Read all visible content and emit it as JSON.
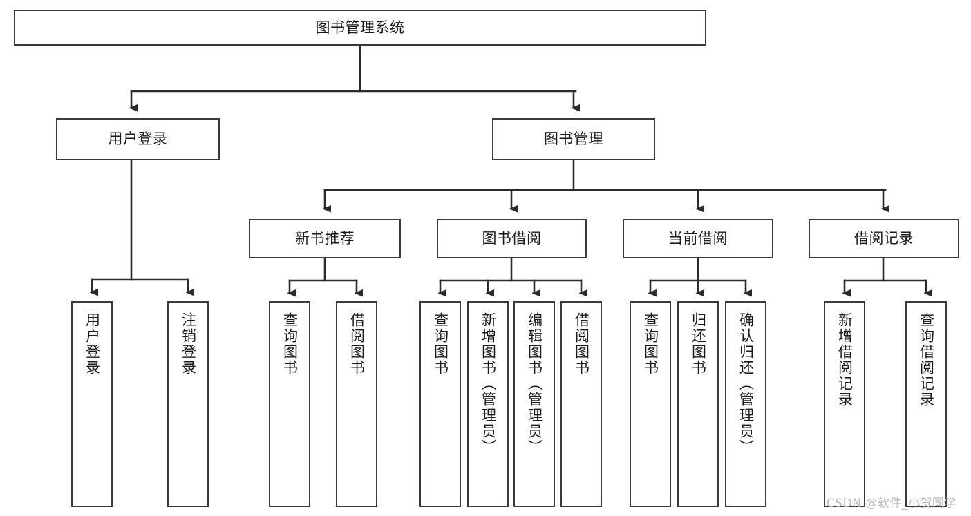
{
  "diagram": {
    "title": "图书管理系统",
    "type": "hierarchy-tree",
    "root": {
      "label": "图书管理系统"
    },
    "level2": [
      {
        "label": "用户登录"
      },
      {
        "label": "图书管理"
      }
    ],
    "level3": [
      {
        "label": "新书推荐"
      },
      {
        "label": "图书借阅"
      },
      {
        "label": "当前借阅"
      },
      {
        "label": "借阅记录"
      }
    ],
    "leaves": {
      "user_login": [
        {
          "label": "用户登录"
        },
        {
          "label": "注销登录"
        }
      ],
      "new_book_recommend": [
        {
          "label": "查询图书"
        },
        {
          "label": "借阅图书"
        }
      ],
      "book_borrow": [
        {
          "label": "查询图书"
        },
        {
          "label": "新增图书（管理员）"
        },
        {
          "label": "编辑图书（管理员）"
        },
        {
          "label": "借阅图书"
        }
      ],
      "current_borrow": [
        {
          "label": "查询图书"
        },
        {
          "label": "归还图书"
        },
        {
          "label": "确认归还（管理员）"
        }
      ],
      "borrow_record": [
        {
          "label": "新增借阅记录"
        },
        {
          "label": "查询借阅记录"
        }
      ]
    }
  },
  "watermark": {
    "text": "CSDN @软件_小贺同学"
  },
  "colors": {
    "box_border": "#3a3a3a",
    "box_fill": "#ffffff",
    "edge": "#2b2b2b",
    "text": "#1a1a1a",
    "watermark": "#b9b9b9",
    "background": "#ffffff"
  }
}
